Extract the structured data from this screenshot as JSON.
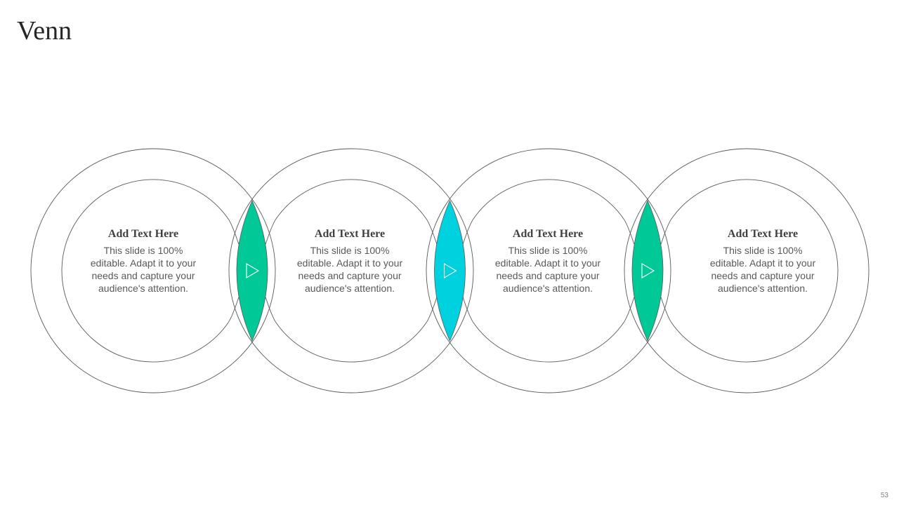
{
  "slide": {
    "title": "Venn",
    "page_number": "53"
  },
  "colors": {
    "outline": "#595959",
    "lens_green": "#00C897",
    "lens_cyan": "#00D1DE",
    "heading": "#404040",
    "body": "#595959"
  },
  "items": [
    {
      "heading": "Add Text Here",
      "body": "This slide is 100% editable. Adapt it to your needs and capture your audience's attention."
    },
    {
      "heading": "Add Text Here",
      "body": "This slide is 100% editable. Adapt it to your needs and capture your audience's attention."
    },
    {
      "heading": "Add Text Here",
      "body": "This slide is 100% editable. Adapt it to your needs and capture your audience's attention."
    },
    {
      "heading": "Add Text Here",
      "body": "This slide is 100% editable. Adapt it to your needs and capture your audience's attention."
    }
  ],
  "lenses": [
    {
      "color": "lens_green",
      "icon": "play-triangle-icon"
    },
    {
      "color": "lens_cyan",
      "icon": "play-triangle-icon"
    },
    {
      "color": "lens_green",
      "icon": "play-triangle-icon"
    }
  ]
}
